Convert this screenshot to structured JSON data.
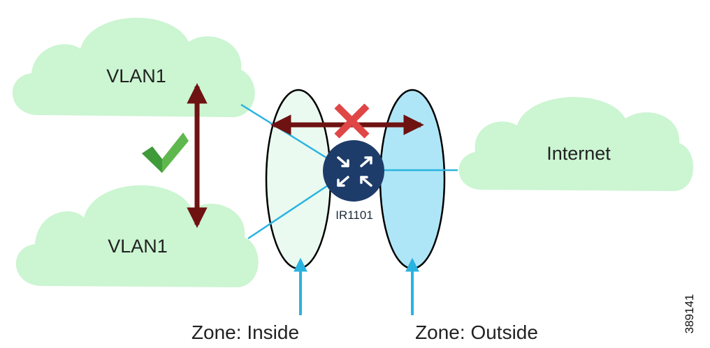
{
  "diagram": {
    "clouds": {
      "vlan_top": "VLAN1",
      "vlan_bottom": "VLAN1",
      "internet": "Internet"
    },
    "router": {
      "label": "IR1101",
      "icon": "router-arrows-icon"
    },
    "zones": {
      "inside": "Zone: Inside",
      "outside": "Zone: Outside"
    },
    "figure_id": "389141",
    "connections": {
      "vlan_to_vlan": "allowed",
      "inside_to_outside": "blocked"
    },
    "status_icons": {
      "allowed": "checkmark-icon",
      "blocked": "cross-icon"
    },
    "colors": {
      "cloud_fill": "#ccf5d2",
      "inside_zone_fill": "#eafaf0",
      "outside_zone_fill": "#aee6f7",
      "link_line": "#29b3e0",
      "arrow_dark_red": "#6e1212",
      "check_green": "#5fb84e",
      "cross_red": "#e04646",
      "router_fill": "#1e3c6a"
    }
  }
}
